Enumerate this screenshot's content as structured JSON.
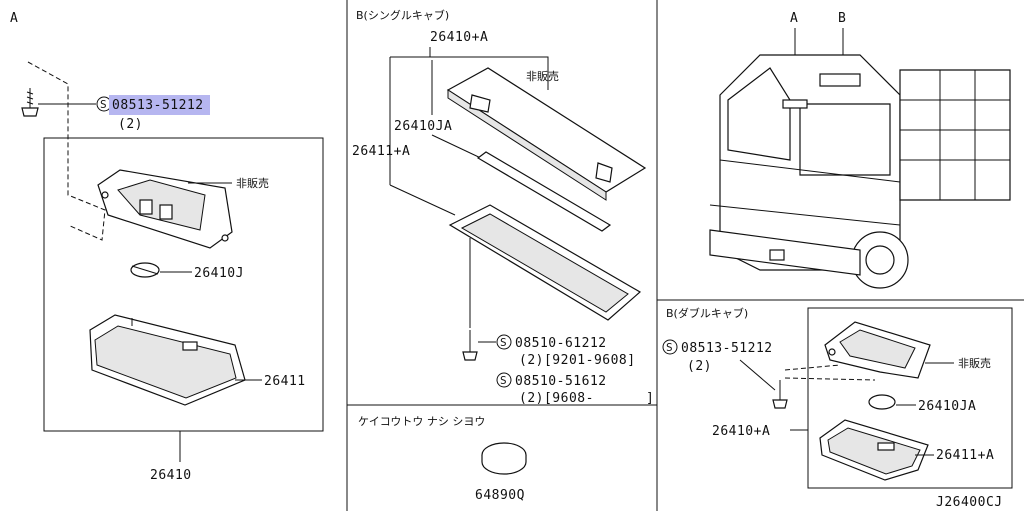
{
  "diagram_code": "J26400CJ",
  "section_a": {
    "title": "A",
    "screw_part": "08513-51212",
    "screw_qty": "(2)",
    "lens_bracket_note": "非販売",
    "bulb_part": "26410J",
    "lens_part": "26411",
    "assembly_part": "26410"
  },
  "section_b_single": {
    "title": "B(シングルキャブ)",
    "assembly_part": "26410+A",
    "note_not_sold": "非販売",
    "tube_part": "26410JA",
    "lens_part": "26411+A",
    "screw1_part": "08510-61212",
    "screw1_qty_range": "(2)[9201-9608]",
    "screw2_part": "08510-51612",
    "screw2_qty_range": "(2)[9608-",
    "screw2_bracket_close": "]"
  },
  "section_option": {
    "title": "ケイコウトウ ナシ シヨウ",
    "cap_part": "64890Q"
  },
  "section_truck": {
    "callout_a": "A",
    "callout_b": "B"
  },
  "section_b_double": {
    "title": "B(ダブルキャブ)",
    "screw_part": "08513-51212",
    "screw_qty": "(2)",
    "note_not_sold": "非販売",
    "bulb_part": "26410JA",
    "assembly_part": "26410+A",
    "lens_part": "26411+A"
  },
  "symbols": {
    "screw_symbol": "S"
  }
}
